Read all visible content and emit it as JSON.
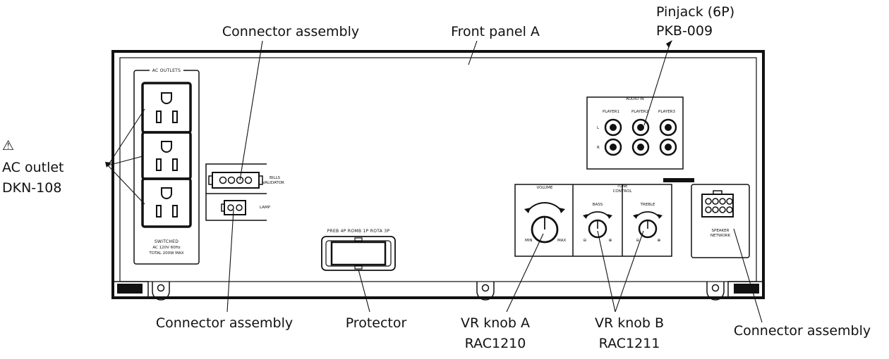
{
  "callouts": {
    "connector_assembly_top": "Connector assembly",
    "front_panel": "Front panel A",
    "pinjack_line1": "Pinjack (6P)",
    "pinjack_line2": "PKB-009",
    "ac_outlet_warning": "⚠",
    "ac_outlet_line1": "AC outlet",
    "ac_outlet_line2": "DKN-108",
    "connector_assembly_bottom_left": "Connector assembly",
    "protector": "Protector",
    "vr_knob_a_line1": "VR knob A",
    "vr_knob_a_line2": "RAC1210",
    "vr_knob_b_line1": "VR knob B",
    "vr_knob_b_line2": "RAC1211",
    "connector_assembly_bottom_right": "Connector assembly"
  },
  "panel": {
    "ac_outlets_title": "AC OUTLETS",
    "switched_line1": "SWITCHED",
    "switched_line2": "AC 120V 60Hz",
    "switched_line3": "TOTAL 200W MAX",
    "bills_validator_line1": "BILLS",
    "bills_validator_line2": "VALIDATOR",
    "lamp": "LAMP",
    "protector_labels": "PREB 4P  ROMB 1P  ROTA 3P",
    "audio_in": "AUDIO IN",
    "player1": "PLAYER1",
    "player2": "PLAYER2",
    "player3": "PLAYER3",
    "channel_l": "L",
    "channel_r": "R",
    "volume": "VOLUME",
    "min": "MIN",
    "max": "MAX",
    "tone_line1": "TONE",
    "tone_line2": "CONTROL",
    "bass": "BASS",
    "treble": "TREBLE",
    "minus": "⊖",
    "plus": "⊕",
    "speaker_line1": "SPEAKER",
    "speaker_line2": "NETWORK"
  }
}
